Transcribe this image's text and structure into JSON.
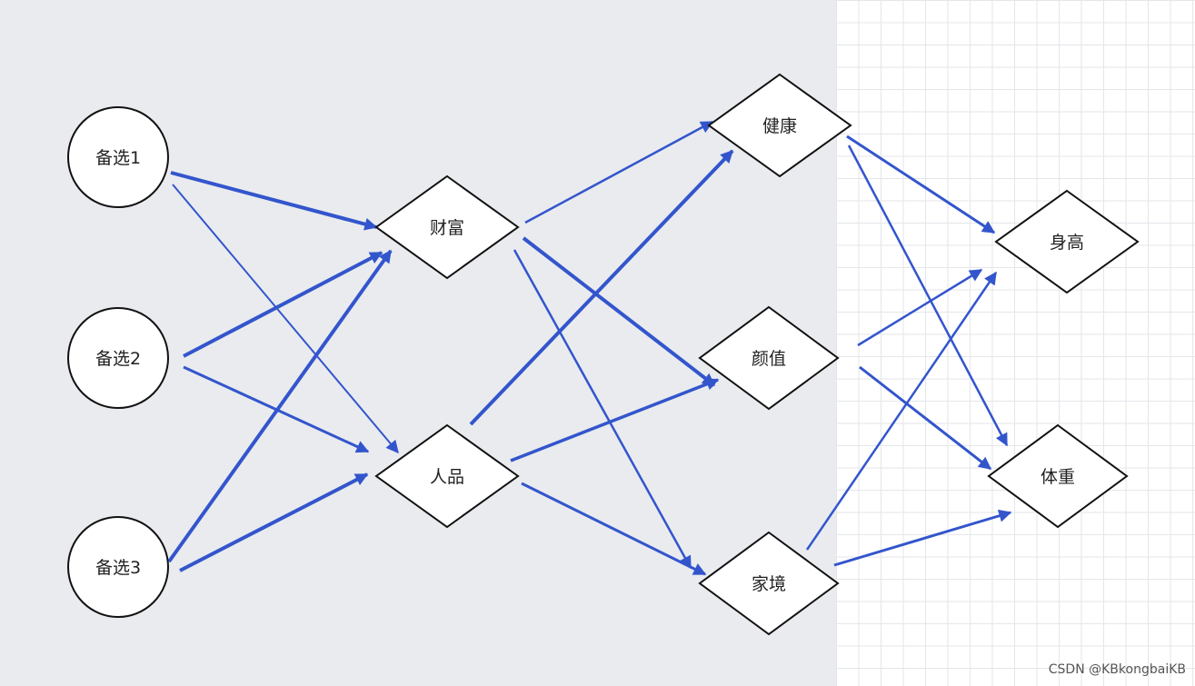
{
  "nodes": {
    "opt1": {
      "label": "备选1"
    },
    "opt2": {
      "label": "备选2"
    },
    "opt3": {
      "label": "备选3"
    },
    "wealth": {
      "label": "财富"
    },
    "character": {
      "label": "人品"
    },
    "health": {
      "label": "健康"
    },
    "looks": {
      "label": "颜值"
    },
    "family": {
      "label": "家境"
    },
    "height": {
      "label": "身高"
    },
    "weight": {
      "label": "体重"
    }
  },
  "colors": {
    "edge": "#3355cc",
    "node_stroke": "#111111",
    "node_fill": "#ffffff"
  },
  "watermark": "CSDN @KBkongbaiKB"
}
